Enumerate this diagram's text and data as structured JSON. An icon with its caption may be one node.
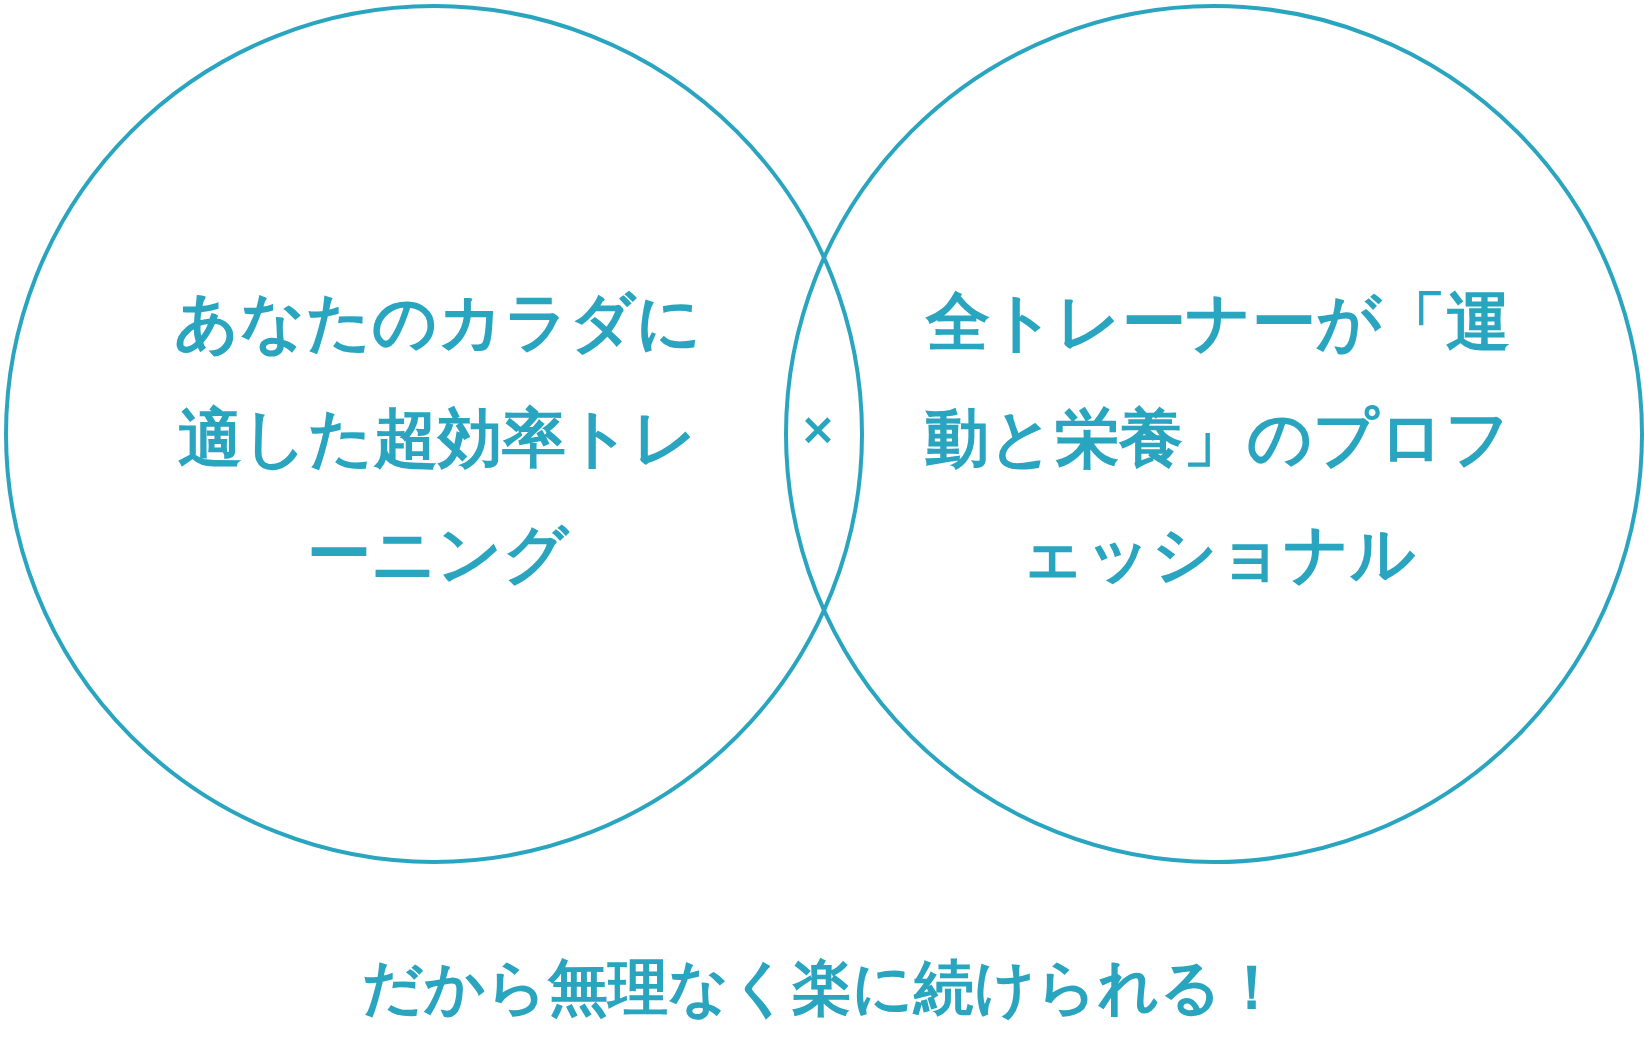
{
  "diagram": {
    "nodes": [
      {
        "text": [
          "あなたのカラダに適した超効率トレーニング"
        ]
      },
      {
        "text": [
          "全トレーナーが「運動と栄養」のプロフェッショナル"
        ]
      }
    ],
    "labels": [
      "×",
      "だから無理なく楽に続けられる！"
    ]
  }
}
